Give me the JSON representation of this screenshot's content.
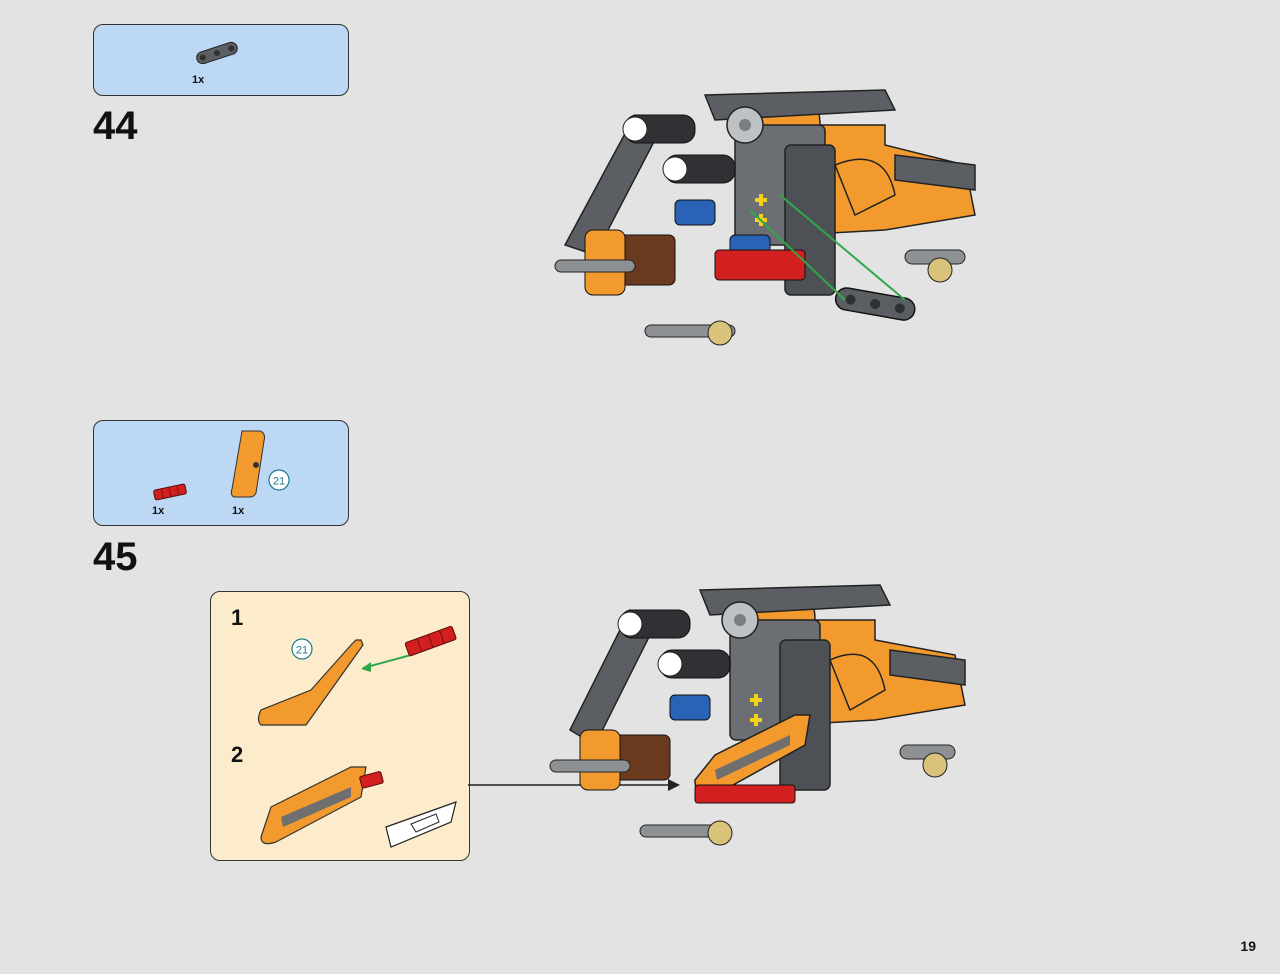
{
  "page_number": "19",
  "steps": [
    {
      "number": "44",
      "parts": [
        {
          "qty": "1x",
          "name": "dark-gray-liftarm-part"
        }
      ]
    },
    {
      "number": "45",
      "parts": [
        {
          "qty": "1x",
          "name": "red-axle-part"
        },
        {
          "qty": "1x",
          "name": "orange-panel-part",
          "element_ref": "21"
        }
      ],
      "callout": {
        "substeps": [
          {
            "number": "1",
            "element_ref": "21"
          },
          {
            "number": "2"
          }
        ]
      }
    }
  ],
  "colors": {
    "parts_box": "#bcd8f4",
    "callout_box": "#fdeccb",
    "orange": "#f39a2e",
    "dark_gray": "#5b5f63",
    "red": "#d21f1f",
    "blue": "#2a63b5",
    "green_arrow": "#2fa84a"
  }
}
